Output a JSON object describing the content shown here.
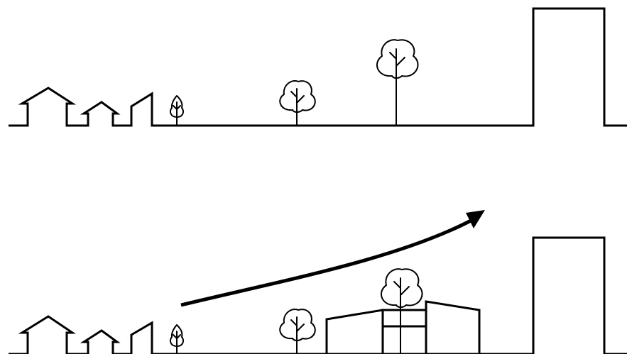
{
  "diagram": {
    "panels": [
      {
        "id": "before",
        "elements": [
          "gabled-house",
          "small-gabled-house",
          "shed-roof-house",
          "small-tree",
          "medium-tree",
          "tall-tree",
          "tall-block-building"
        ]
      },
      {
        "id": "after",
        "elements": [
          "gabled-house",
          "small-gabled-house",
          "shed-roof-house",
          "small-tree",
          "medium-tree",
          "new-mid-rise-buildings",
          "tree-in-courtyard",
          "growth-arrow",
          "tall-block-building"
        ]
      }
    ],
    "colors": {
      "line": "#000000",
      "background": "#ffffff"
    }
  }
}
